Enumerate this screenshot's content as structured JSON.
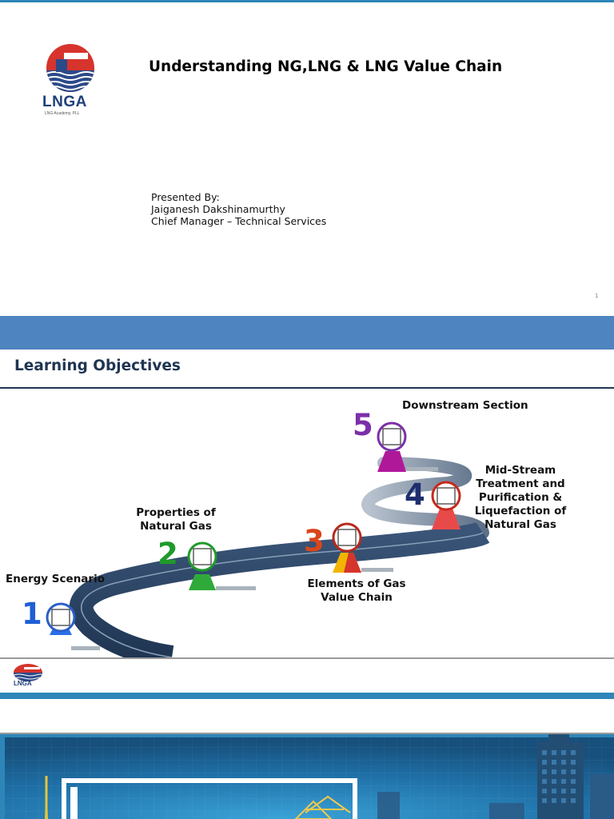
{
  "slide1": {
    "logo": {
      "text": "LNGA",
      "subtitle": "LNG Academy, PLL"
    },
    "title": "Understanding NG,LNG & LNG Value Chain",
    "presenter": {
      "line1": "Presented By:",
      "line2": "Jaiganesh Dakshinamurthy",
      "line3": "Chief Manager – Technical Services"
    },
    "page_number": "1"
  },
  "slide2": {
    "title": "Learning Objectives",
    "steps": [
      {
        "number": "1",
        "label_lines": [
          "Energy Scenario"
        ],
        "color": "#1f5fd6"
      },
      {
        "number": "2",
        "label_lines": [
          "Properties of",
          "Natural Gas"
        ],
        "color": "#1f9a2a"
      },
      {
        "number": "3",
        "label_lines": [
          "Elements of Gas",
          "Value Chain"
        ],
        "color": "#d8461c"
      },
      {
        "number": "4",
        "label_lines": [
          "Mid-Stream",
          "Treatment and",
          "Purification &",
          "Liquefaction of",
          "Natural Gas"
        ],
        "color": "#1e2e6e"
      },
      {
        "number": "5",
        "label_lines": [
          "Downstream Section"
        ],
        "color": "#7b2fa8"
      }
    ],
    "footer_logo_text": "LNGA"
  },
  "colors": {
    "accent_blue": "#2e86b8",
    "band_blue": "#4e84c0",
    "title_navy": "#1f3552",
    "road_dark": "#1f3552"
  }
}
